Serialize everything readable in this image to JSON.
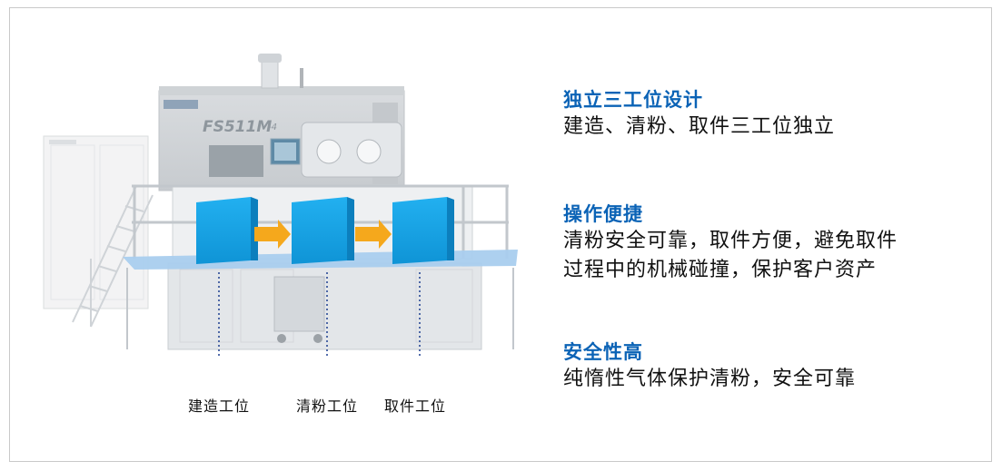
{
  "brand": {
    "model": "FS511M",
    "model_suffix": "-4"
  },
  "stations": [
    {
      "label": "建造工位"
    },
    {
      "label": "清粉工位"
    },
    {
      "label": "取件工位"
    }
  ],
  "features": [
    {
      "title": "独立三工位设计",
      "lines": [
        "建造、清粉、取件三工位独立"
      ]
    },
    {
      "title": "操作便捷",
      "lines": [
        "清粉安全可靠，取件方便，避免取件",
        "过程中的机械碰撞，保护客户资产"
      ]
    },
    {
      "title": "安全性高",
      "lines": [
        "纯惰性气体保护清粉，安全可靠"
      ]
    }
  ],
  "colors": {
    "title_blue": "#0b63b6",
    "block_blue": "#1aa3e6",
    "arrow_orange": "#f5a81c",
    "platform_blue": "#a9cdee",
    "dotted_line": "#1c3f8f"
  }
}
